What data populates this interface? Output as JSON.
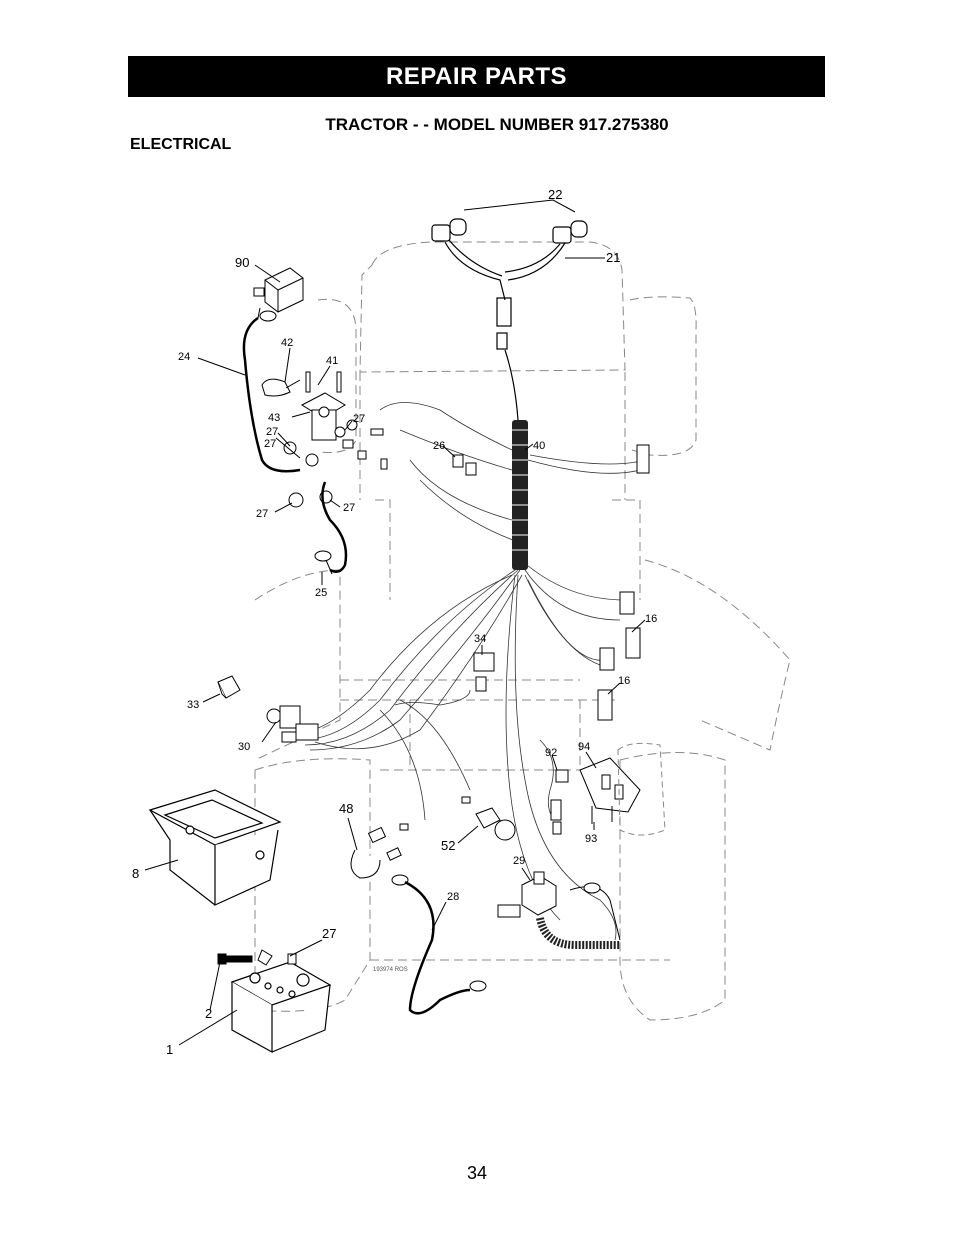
{
  "header": {
    "banner": "REPAIR PARTS",
    "subtitle": "TRACTOR - - MODEL NUMBER  917.275380",
    "section": "ELECTRICAL"
  },
  "callouts": {
    "c22": "22",
    "c21": "21",
    "c90": "90",
    "c42": "42",
    "c41": "41",
    "c24": "24",
    "c43": "43",
    "c27a": "27",
    "c27b": "27",
    "c27c": "27",
    "c27d": "27",
    "c27e": "27",
    "c27f": "27",
    "c26": "26",
    "c40": "40",
    "c25": "25",
    "c34": "34",
    "c16a": "16",
    "c16b": "16",
    "c33": "33",
    "c30": "30",
    "c92": "92",
    "c94": "94",
    "c93": "93",
    "c48": "48",
    "c52": "52",
    "c29": "29",
    "c28": "28",
    "c8": "8",
    "c2": "2",
    "c1": "1"
  },
  "drawing_number": "193974 ROS",
  "page_number": "34"
}
